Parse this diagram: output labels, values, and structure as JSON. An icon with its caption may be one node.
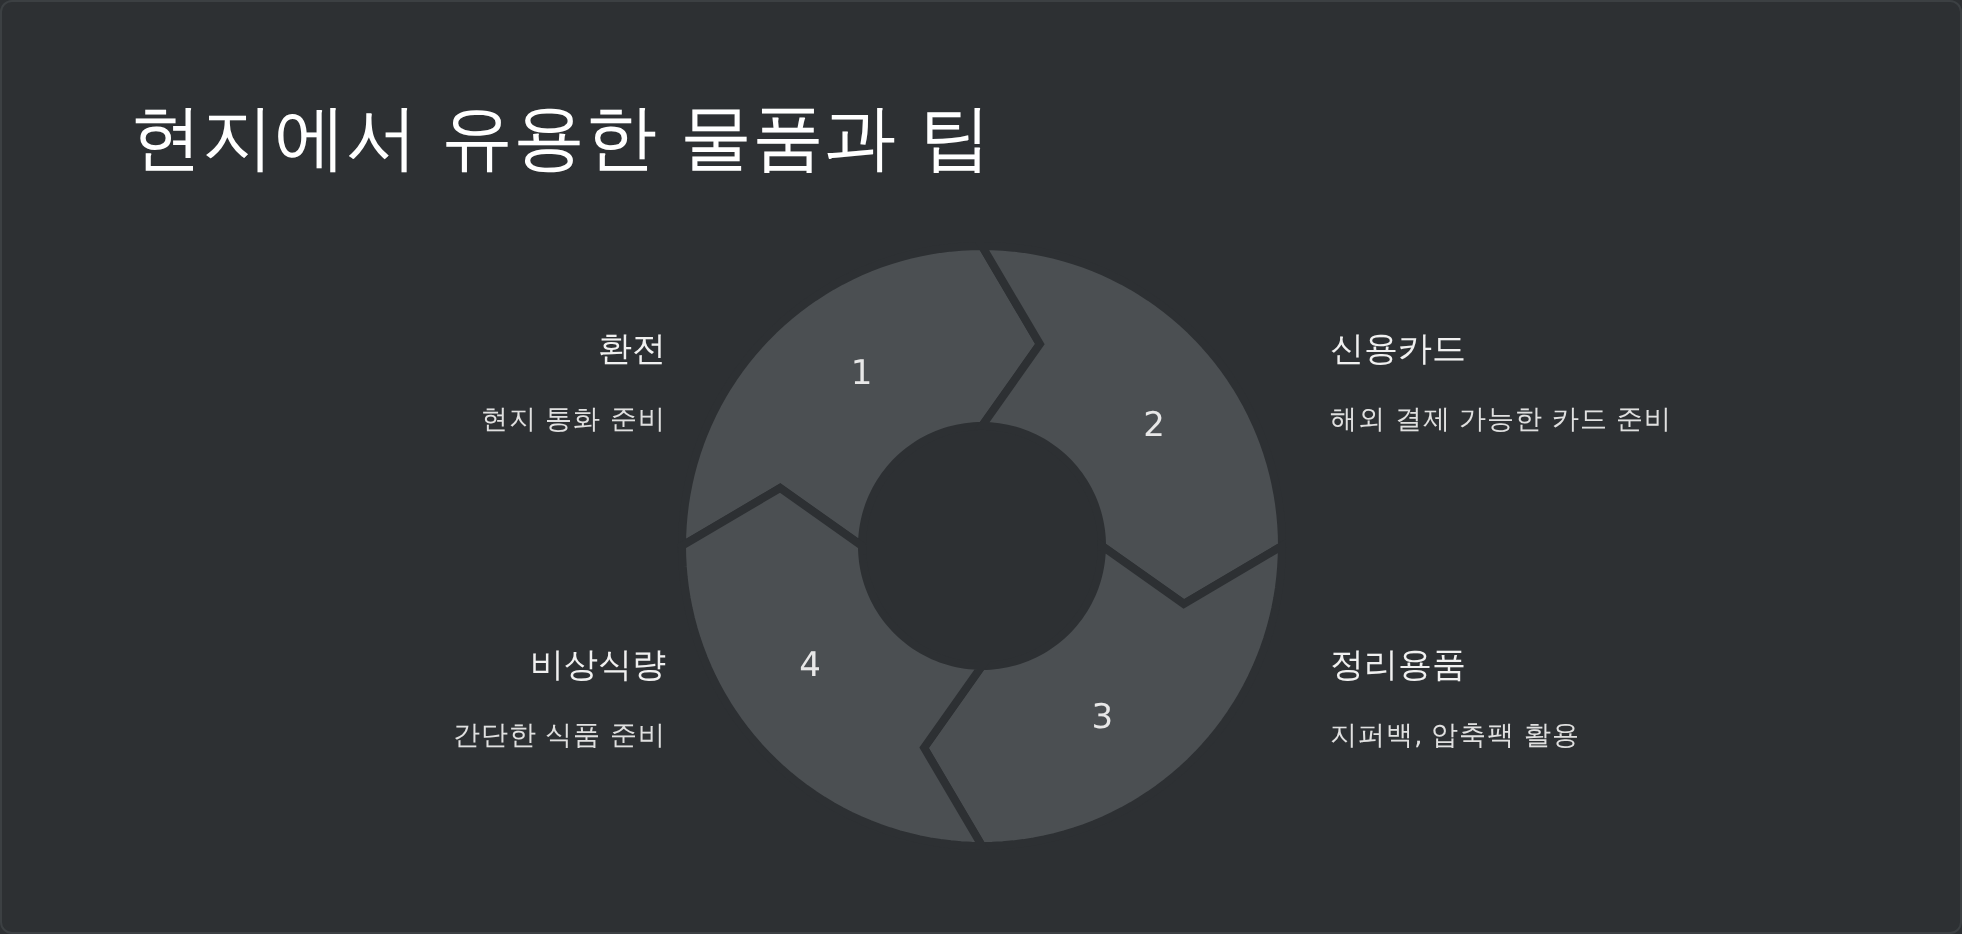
{
  "diagram": {
    "title": "현지에서 유용한 물품과 팁",
    "nodes": [
      {
        "text": [
          "1"
        ],
        "beside": [
          "환전",
          "현지 통화 준비"
        ]
      },
      {
        "text": [
          "2"
        ],
        "beside": [
          "신용카드",
          "해외 결제 가능한 카드 준비"
        ]
      },
      {
        "text": [
          "3"
        ],
        "beside": [
          "정리용품",
          "지퍼백, 압축팩 활용"
        ]
      },
      {
        "text": [
          "4"
        ],
        "beside": [
          "비상식량",
          "간단한 식품 준비"
        ]
      }
    ]
  }
}
